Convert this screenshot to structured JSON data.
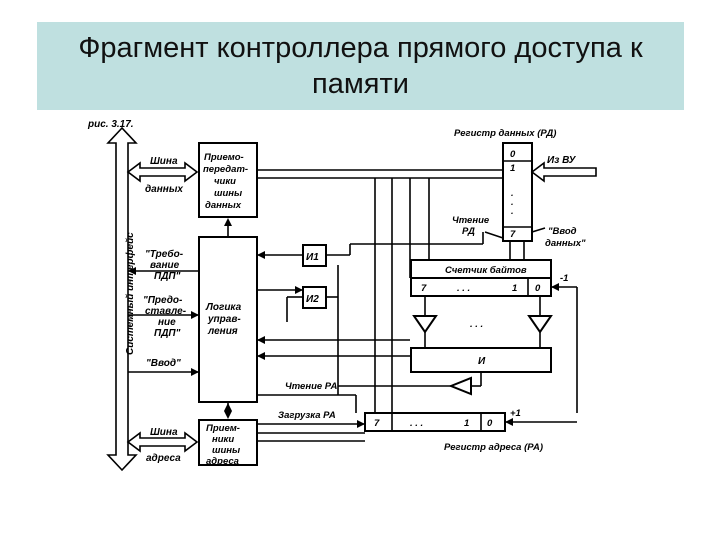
{
  "title": "Фрагмент контроллера прямого доступа к памяти",
  "fig_caption": "рис. 3.17.",
  "system_interface": "Системный интерфейс",
  "signals": {
    "data_bus": [
      "Шина",
      "данных"
    ],
    "request": [
      "\"Требо-",
      "вание",
      "ПДП\""
    ],
    "grant": [
      "\"Предо-",
      "ставле-",
      "ние",
      "ПДП\""
    ],
    "input": "\"Ввод\"",
    "address_bus": [
      "Шина",
      "адреса"
    ]
  },
  "blocks": {
    "transceivers": [
      "Приемо-",
      "передат-",
      "чики",
      "шины",
      "данных"
    ],
    "control_logic": [
      "Логика",
      "управ-",
      "ления"
    ],
    "receivers": [
      "Прием-",
      "ники",
      "шины",
      "адреса"
    ],
    "and1": "И1",
    "and2": "И2",
    "and_gate": "И"
  },
  "data_register": {
    "label": "Регистр данных (РД)",
    "bits_top": [
      "0",
      "1"
    ],
    "bits_bottom": "7",
    "from_device": "Из ВУ",
    "read": [
      "Чтение",
      "РД"
    ],
    "data_input": [
      "\"Ввод",
      "данных\""
    ]
  },
  "byte_counter": {
    "label": "Счетчик байтов",
    "bits": [
      "7",
      ". . .",
      "1",
      "0"
    ],
    "dots": ". . .",
    "decrement": "-1"
  },
  "address_register": {
    "label": "Регистр адреса (РА)",
    "bits": [
      "7",
      ". . .",
      "1",
      "0"
    ],
    "increment": "+1",
    "read": "Чтение РА",
    "load": "Загрузка РА"
  }
}
